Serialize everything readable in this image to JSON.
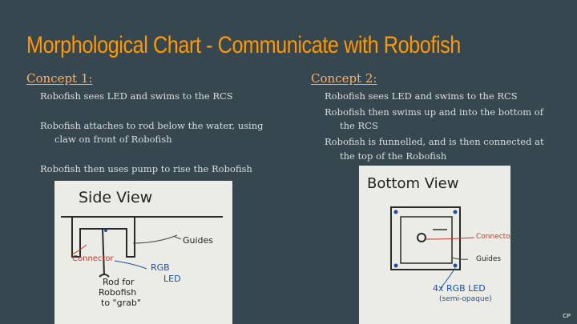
{
  "slide": {
    "title": "Morphological Chart - Communicate with Robofish",
    "footer": "CP"
  },
  "concept1": {
    "label": "Concept 1:",
    "lines": [
      "Robofish sees LED and swims to the RCS",
      "Robofish attaches to rod below the water, using",
      "claw on front of Robofish",
      "Robofish then uses pump to rise the Robofish"
    ],
    "photo": {
      "heading": "Side View",
      "labels": [
        "Guides",
        "Connector",
        "RGB",
        "LED",
        "Rod for",
        "Robofish",
        "to \"grab\""
      ]
    }
  },
  "concept2": {
    "label": "Concept 2:",
    "lines": [
      "Robofish sees LED and swims to the RCS",
      "Robofish then swims up and into the bottom of",
      "the RCS",
      "Robofish is funnelled, and is then connected at",
      "the top of the Robofish"
    ],
    "photo": {
      "heading": "Bottom View",
      "labels": [
        "Connector",
        "Guides",
        "4x RGB LED",
        "(semi-opaque)"
      ]
    }
  }
}
